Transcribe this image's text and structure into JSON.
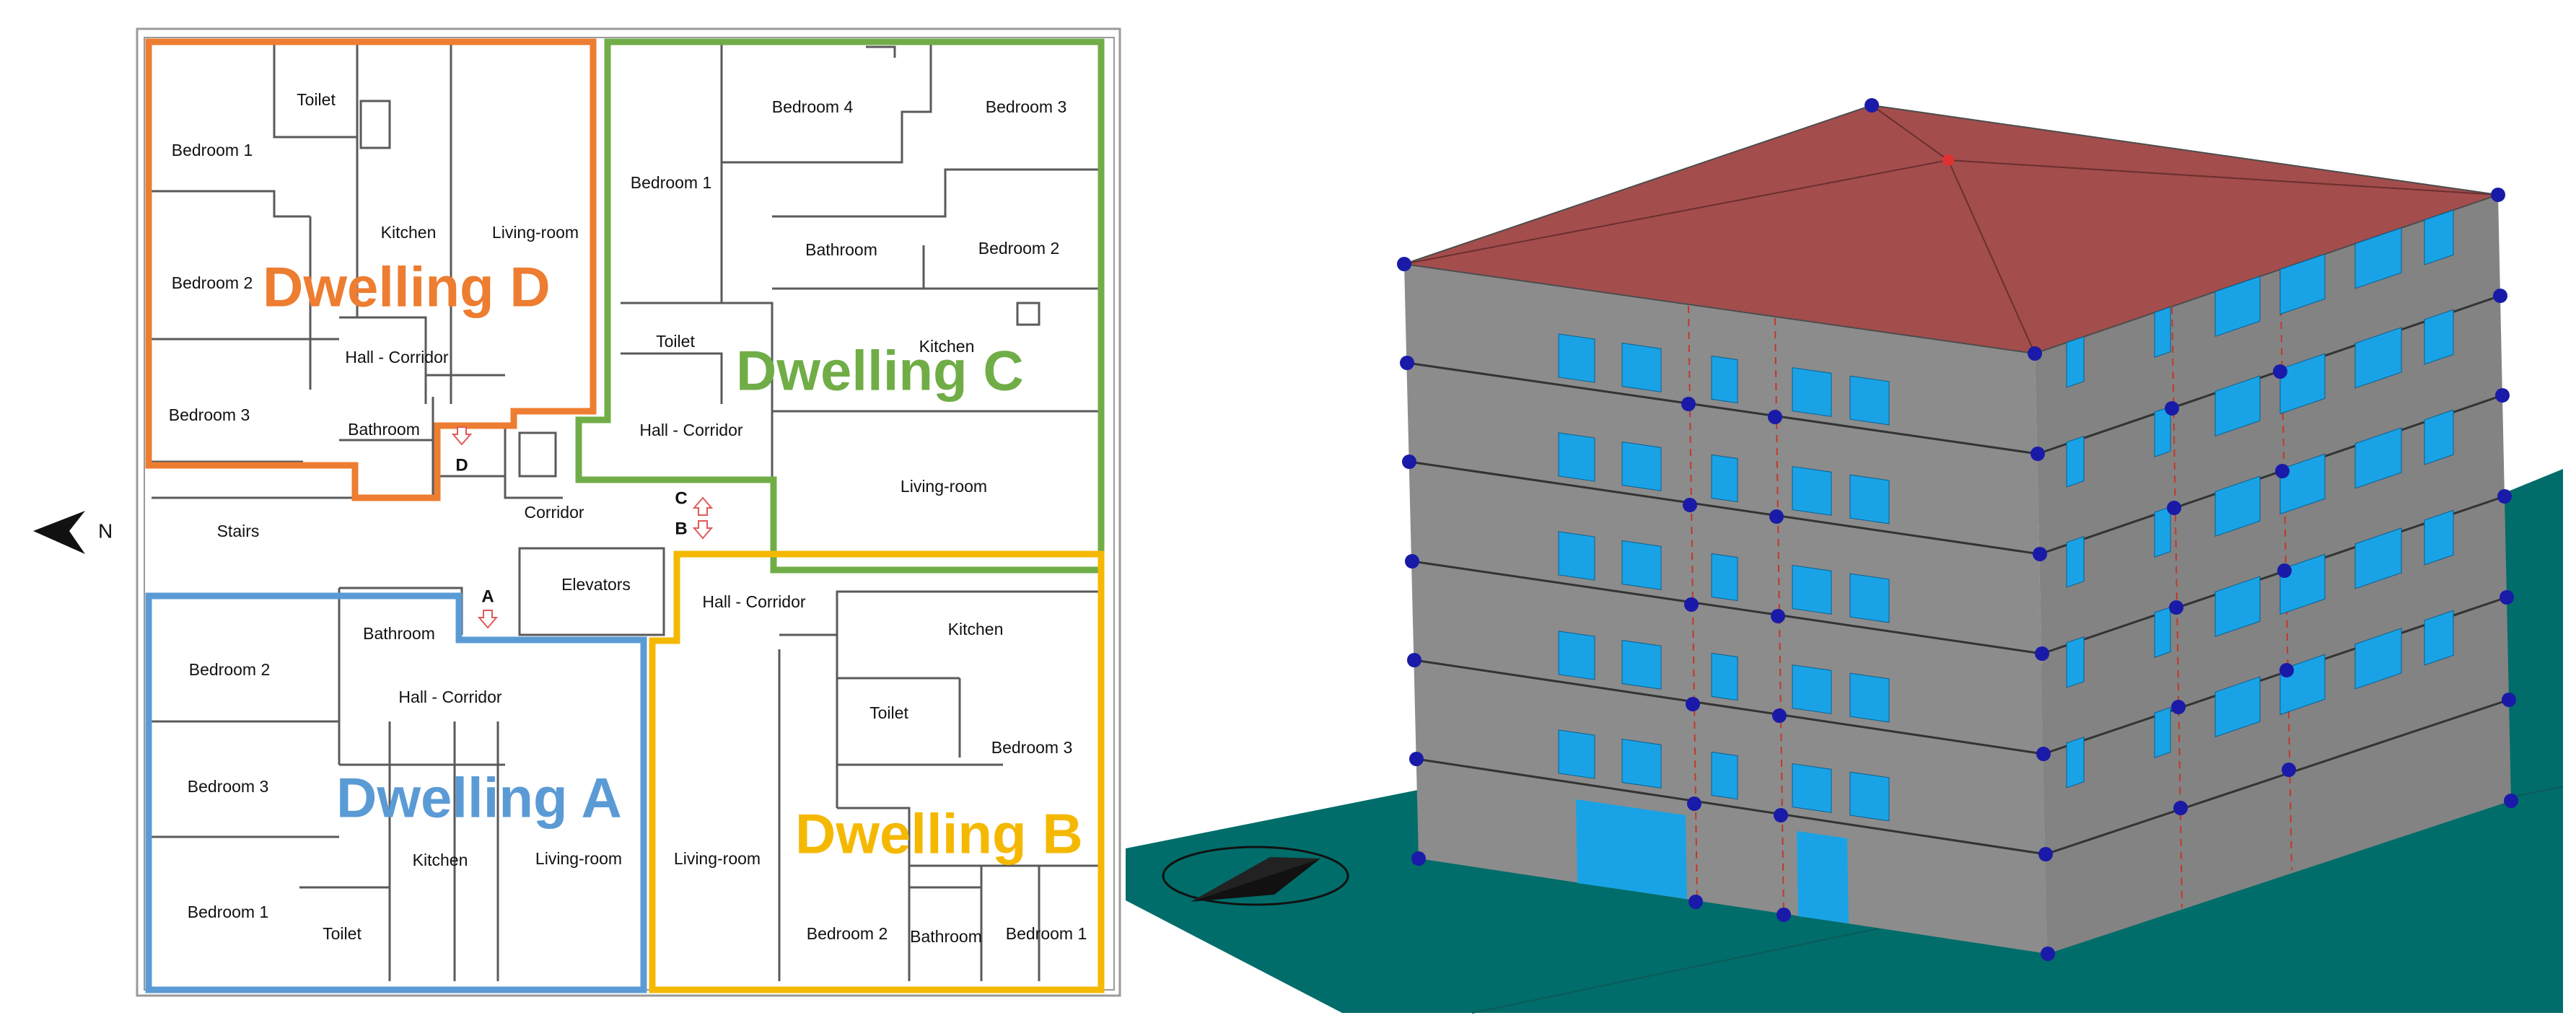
{
  "compass_label": "N",
  "rooms": {
    "d_toilet": "Toilet",
    "d_bed1": "Bedroom 1",
    "d_kitchen": "Kitchen",
    "d_living": "Living-room",
    "d_bed2": "Bedroom 2",
    "d_hall": "Hall - Corridor",
    "d_bed3": "Bedroom 3",
    "d_bath": "Bathroom",
    "c_bed4": "Bedroom 4",
    "c_bed3": "Bedroom 3",
    "c_bed1": "Bedroom 1",
    "c_bath": "Bathroom",
    "c_bed2": "Bedroom 2",
    "c_toilet": "Toilet",
    "c_kitchen": "Kitchen",
    "c_hall": "Hall - Corridor",
    "c_living": "Living-room",
    "stairs": "Stairs",
    "corridor": "Corridor",
    "elevators": "Elevators",
    "a_bath": "Bathroom",
    "a_bed2": "Bedroom 2",
    "a_hall": "Hall - Corridor",
    "a_bed3": "Bedroom 3",
    "a_kitchen": "Kitchen",
    "a_living": "Living-room",
    "a_bed1": "Bedroom 1",
    "a_toilet": "Toilet",
    "b_hall": "Hall - Corridor",
    "b_kitchen": "Kitchen",
    "b_toilet": "Toilet",
    "b_bed3": "Bedroom 3",
    "b_living": "Living-room",
    "b_bed2": "Bedroom 2",
    "b_bath": "Bathroom",
    "b_bed1": "Bedroom 1"
  },
  "dwellings": {
    "a": {
      "label": "Dwelling A",
      "color": "#5b9bd5"
    },
    "b": {
      "label": "Dwelling B",
      "color": "#f5b800"
    },
    "c": {
      "label": "Dwelling C",
      "color": "#70ad47"
    },
    "d": {
      "label": "Dwelling D",
      "color": "#ed7d31"
    }
  },
  "markers": {
    "a": "A",
    "b": "B",
    "c": "C",
    "d": "D"
  },
  "model": {
    "roof_color": "#a44d4d",
    "wall_color": "#8c8c8c",
    "window_color": "#19a3e6",
    "ground_color": "#006d6a",
    "node_color": "#1a1aa8",
    "floors": 6
  }
}
